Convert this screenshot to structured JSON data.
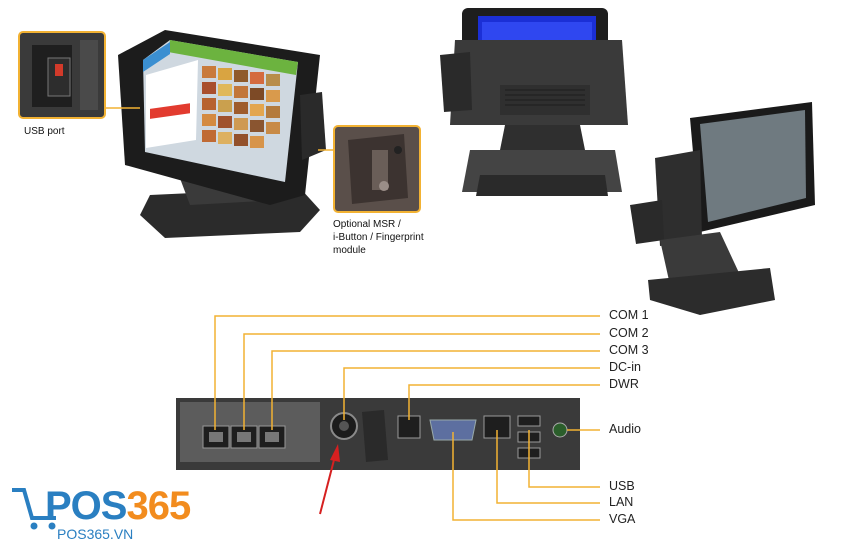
{
  "callouts": {
    "usb_port": "USB port",
    "msr_line1": "Optional MSR /",
    "msr_line2": "i-Button / Fingerprint",
    "msr_line3": "module"
  },
  "ports_top": {
    "com1": "COM 1",
    "com2": "COM 2",
    "com3": "COM 3",
    "dcin": "DC-in",
    "dwr": "DWR",
    "audio": "Audio"
  },
  "ports_bottom": {
    "usb": "USB",
    "lan": "LAN",
    "vga": "VGA"
  },
  "brand": {
    "name_pos": "POS",
    "name_num": "365",
    "domain": "POS365.VN"
  },
  "colors": {
    "leader_line": "#f2b233",
    "arrow": "#d62020",
    "brand_blue": "#2a7fc1",
    "brand_orange": "#f28c1e"
  }
}
